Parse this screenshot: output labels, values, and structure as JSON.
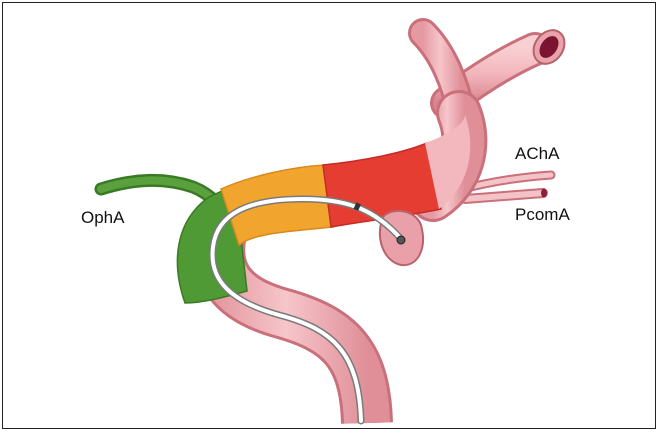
{
  "diagram": {
    "labels": {
      "ophthalmic": "OphA",
      "anterior_choroidal": "AChA",
      "posterior_communicating": "PcomA"
    },
    "colors": {
      "artery_wall": "#f2b8bd",
      "artery_dark": "#b8636c",
      "artery_light": "#fbe0e2",
      "segment_green": "#4f9a34",
      "segment_orange": "#f2a52e",
      "segment_red": "#e63d33",
      "catheter": "#ffffff",
      "catheter_outline": "#8a8a8a",
      "lumen": "#8b1e38"
    }
  }
}
